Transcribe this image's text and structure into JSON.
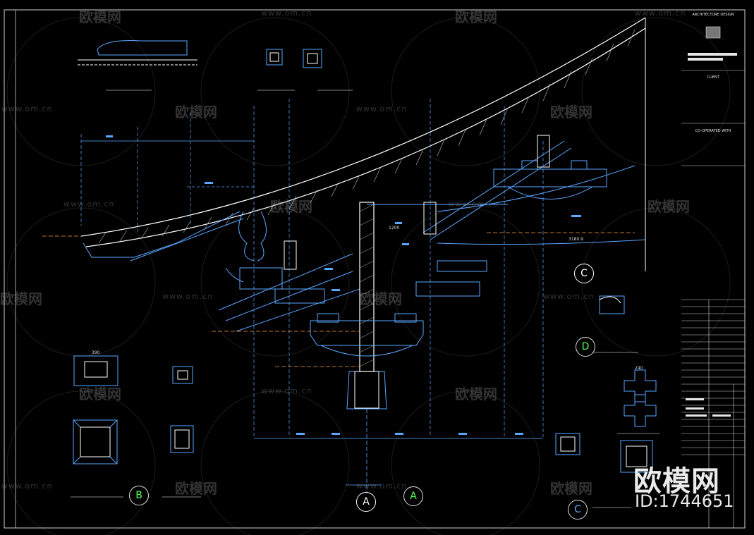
{
  "title_block": {
    "firm": "ARCHITECTURE DESIGN",
    "client_heading": "CLIENT",
    "cooperated_heading": "CO-OPERATED WITH"
  },
  "watermark": {
    "brand_cn": "欧模网",
    "url": "www.om.cn",
    "id_text": "ID:1744651"
  },
  "section_marks": {
    "a_bottom": "A",
    "a_title": "A",
    "b": "B",
    "c_top": "C",
    "c_bottom": "C",
    "d": "D"
  },
  "dimension_labels": {
    "d1": "390",
    "d2": "240",
    "d3": "1200",
    "d4": "3180.9"
  }
}
